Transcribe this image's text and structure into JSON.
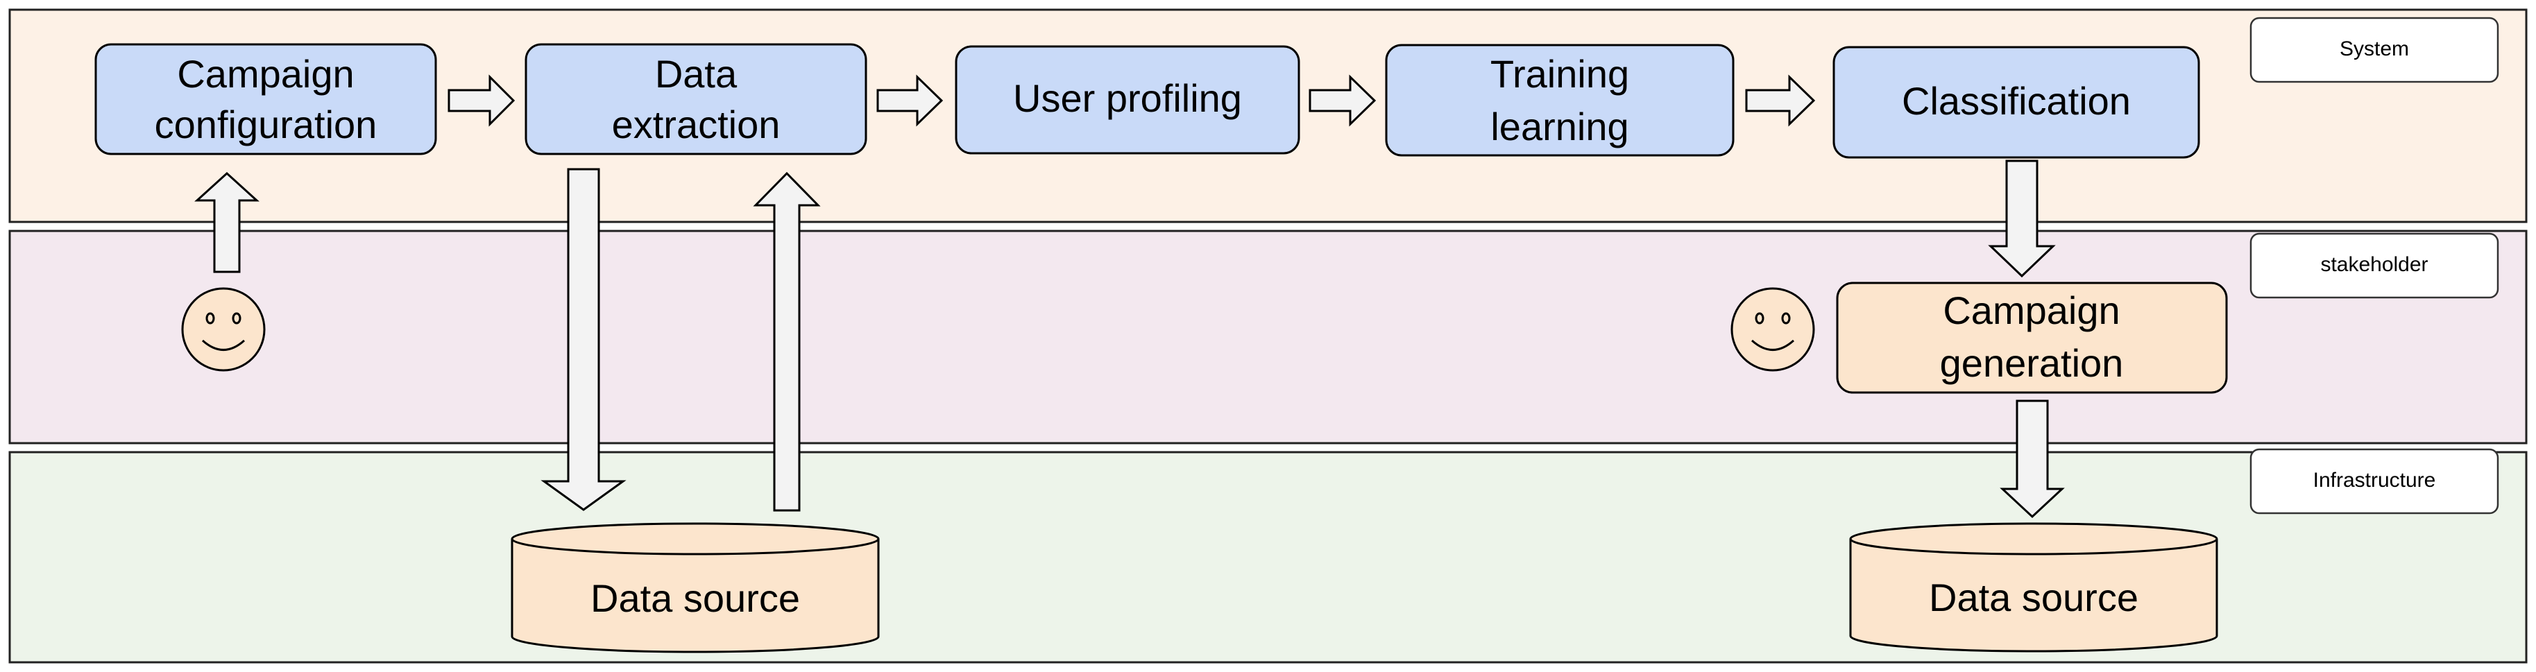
{
  "lanes": {
    "system": {
      "label": "System",
      "color": "#fdf1e6"
    },
    "stakeholder": {
      "label": "stakeholder",
      "color": "#f3e8ef"
    },
    "infrastructure": {
      "label": "Infrastructure",
      "color": "#edf4ea"
    }
  },
  "nodes": {
    "campaign_configuration": {
      "line1": "Campaign",
      "line2": "configuration"
    },
    "data_extraction": {
      "line1": "Data",
      "line2": "extraction"
    },
    "user_profiling": {
      "label": "User profiling"
    },
    "training_learning": {
      "line1": "Training",
      "line2": "learning"
    },
    "classification": {
      "label": "Classification"
    },
    "campaign_generation": {
      "line1": "Campaign",
      "line2": "generation"
    }
  },
  "data_sources": {
    "left": {
      "label": "Data source"
    },
    "right": {
      "label": "Data source"
    }
  },
  "actors": {
    "left": {
      "icon": "smiley-face-icon"
    },
    "right": {
      "icon": "smiley-face-icon"
    }
  },
  "colors": {
    "process_fill": "#c9daf8",
    "generation_fill": "#fce5cd",
    "database_fill": "#fce5cd",
    "arrow_fill": "#f3f3f3"
  }
}
